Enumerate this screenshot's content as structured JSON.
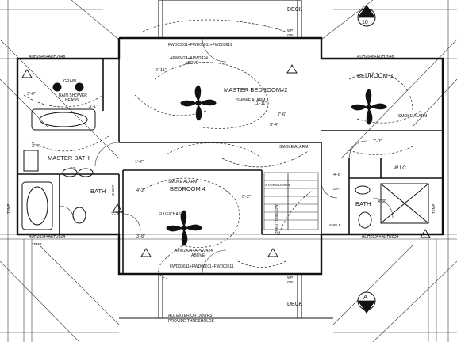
{
  "rooms": {
    "master_bedroom": "MASTER BEDROOM#2",
    "bedroom_3": "BEDROOM 3",
    "bedroom_4": "BEDROOM 4",
    "master_bath": "MASTER BATH",
    "bath_left": "BATH",
    "bath_right": "BATH",
    "wic": "W.I.C.",
    "deck_top": "DECK",
    "deck_bottom": "DECK"
  },
  "labels": {
    "grain": "GRAIN",
    "rain_shower": "RAIN SHOWER",
    "heads": "HEADS",
    "smoke_alarm": "SMOKE ALARM",
    "flue_chase": "FLUE/CHASE",
    "stairs_down": "STAIRS DOWN",
    "opens_to_below": "OPEN TO BELOW",
    "shelf": "SHELF",
    "temp": "TEMP",
    "apw_top": "APW2424+APW2424",
    "apw_bottom": "APW2424+APW2424",
    "above": "ABOVE",
    "fwd_top": "FWD03611+FWD06011+FWD03611",
    "fwd_bottom": "FWD03611+FWD06011+FWD03611",
    "adh_tl": "ADH2648+ADH2648",
    "adh_tr": "ADH2648+ADH2648",
    "adh_bl": "ADH2834+ADH2834",
    "adh_br": "ADH2834+ADH2834",
    "note_1": "ALL EXTERIOR DOORS",
    "note_2": "PROVIDE THRESHOLDS",
    "gfi": "GFI",
    "wp": "WP",
    "tag_a": "A",
    "tag_num": "10"
  },
  "dims": {
    "d1": "6'-11\"",
    "d2": "11'-11\"",
    "d3": "7'-6\"",
    "d4": "3'-4\"",
    "d5": "3'-0\"",
    "d6": "3'-1\"",
    "d7": "7'-0\"",
    "d8": "4'-2\"",
    "d9": "3'-4\"",
    "d10": "2'-3\"",
    "d11": "4'-2\"",
    "d12": "1'-2\"",
    "d13": "5'-2\"",
    "d14": "4'-8\"",
    "d15": "3'-8\""
  }
}
